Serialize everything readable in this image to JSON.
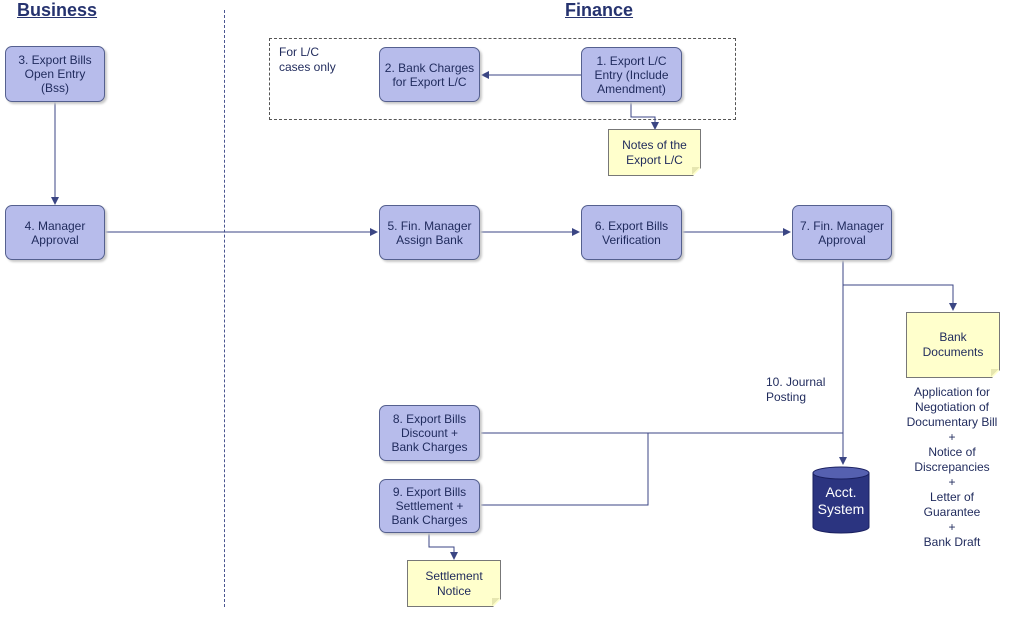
{
  "lanes": {
    "business": "Business",
    "finance": "Finance"
  },
  "group_label": "For L/C\ncases only",
  "steps": {
    "s1": "1. Export L/C\nEntry (Include\nAmendment)",
    "s2": "2. Bank Charges\nfor Export L/C",
    "s3": "3. Export Bills\nOpen Entry\n(Bss)",
    "s4": "4. Manager\nApproval",
    "s5": "5. Fin. Manager\nAssign Bank",
    "s6": "6. Export Bills\nVerification",
    "s7": "7. Fin. Manager\nApproval",
    "s8": "8. Export Bills\nDiscount +\nBank Charges",
    "s9": "9. Export Bills\nSettlement +\nBank Charges"
  },
  "notes": {
    "lc_notes": "Notes of the\nExport L/C",
    "bank_documents": "Bank\nDocuments",
    "settlement_notice": "Settlement\nNotice"
  },
  "journal_posting": "10. Journal\nPosting",
  "acct_system": "Acct.\nSystem",
  "bank_documents_list": "Application for\nNegotiation of\nDocumentary Bill\n+\nNotice of\nDiscrepancies\n+\nLetter of\nGuarantee\n+\nBank Draft",
  "colors": {
    "box_fill": "#b7bceb",
    "box_border": "#55608f",
    "note_fill": "#ffffcc",
    "connector": "#3b4684",
    "database": "#2b3480"
  }
}
